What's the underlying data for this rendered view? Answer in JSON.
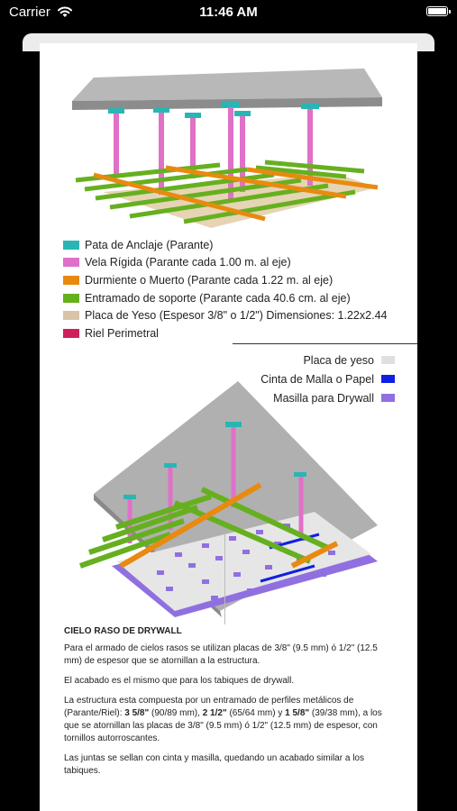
{
  "status_bar": {
    "carrier": "Carrier",
    "time": "11:46 AM"
  },
  "legend_top": [
    {
      "label": "Pata de Anclaje (Parante)",
      "color": "#2ab5b5"
    },
    {
      "label": "Vela Rígida (Parante cada 1.00 m. al eje)",
      "color": "#e070c8"
    },
    {
      "label": "Durmiente o Muerto (Parante cada 1.22 m. al eje)",
      "color": "#e88a10"
    },
    {
      "label": "Entramado de soporte (Parante cada 40.6 cm. al eje)",
      "color": "#66b020"
    },
    {
      "label": "Placa de Yeso (Espesor 3/8\" o 1/2\") Dimensiones: 1.22x2.44",
      "color": "#d8c4a6"
    },
    {
      "label": "Riel Perimetral",
      "color": "#d0205a"
    }
  ],
  "legend_bottom": [
    {
      "label": "Placa de yeso",
      "color": "#e0e0e0"
    },
    {
      "label": "Cinta de Malla o Papel",
      "color": "#1020e0"
    },
    {
      "label": "Masilla para Drywall",
      "color": "#9070e0"
    }
  ],
  "article": {
    "heading": "CIELO RASO DE DRYWALL",
    "p1": "Para el armado de cielos rasos se utilizan placas de 3/8\" (9.5 mm) ó 1/2\" (12.5 mm) de espesor que se atornillan a la estructura.",
    "p2": "El acabado es el mismo que para los tabiques de drywall.",
    "p3_intro": "La estructura esta compuesta por un entramado de perfiles metálicos de (Parante/Riel): ",
    "p3_b1": "3 5/8\"",
    "p3_t1": " (90/89 mm), ",
    "p3_b2": "2 1/2\"",
    "p3_t2": " (65/64 mm) y ",
    "p3_b3": "1 5/8\"",
    "p3_t3": " (39/38 mm), a los que se atornillan las placas de 3/8\" (9.5 mm) ó 1/2\" (12.5 mm) de espesor, con tornillos autorroscantes.",
    "p4": "Las juntas se sellan con cinta y masilla, quedando un acabado similar a los tabiques."
  }
}
